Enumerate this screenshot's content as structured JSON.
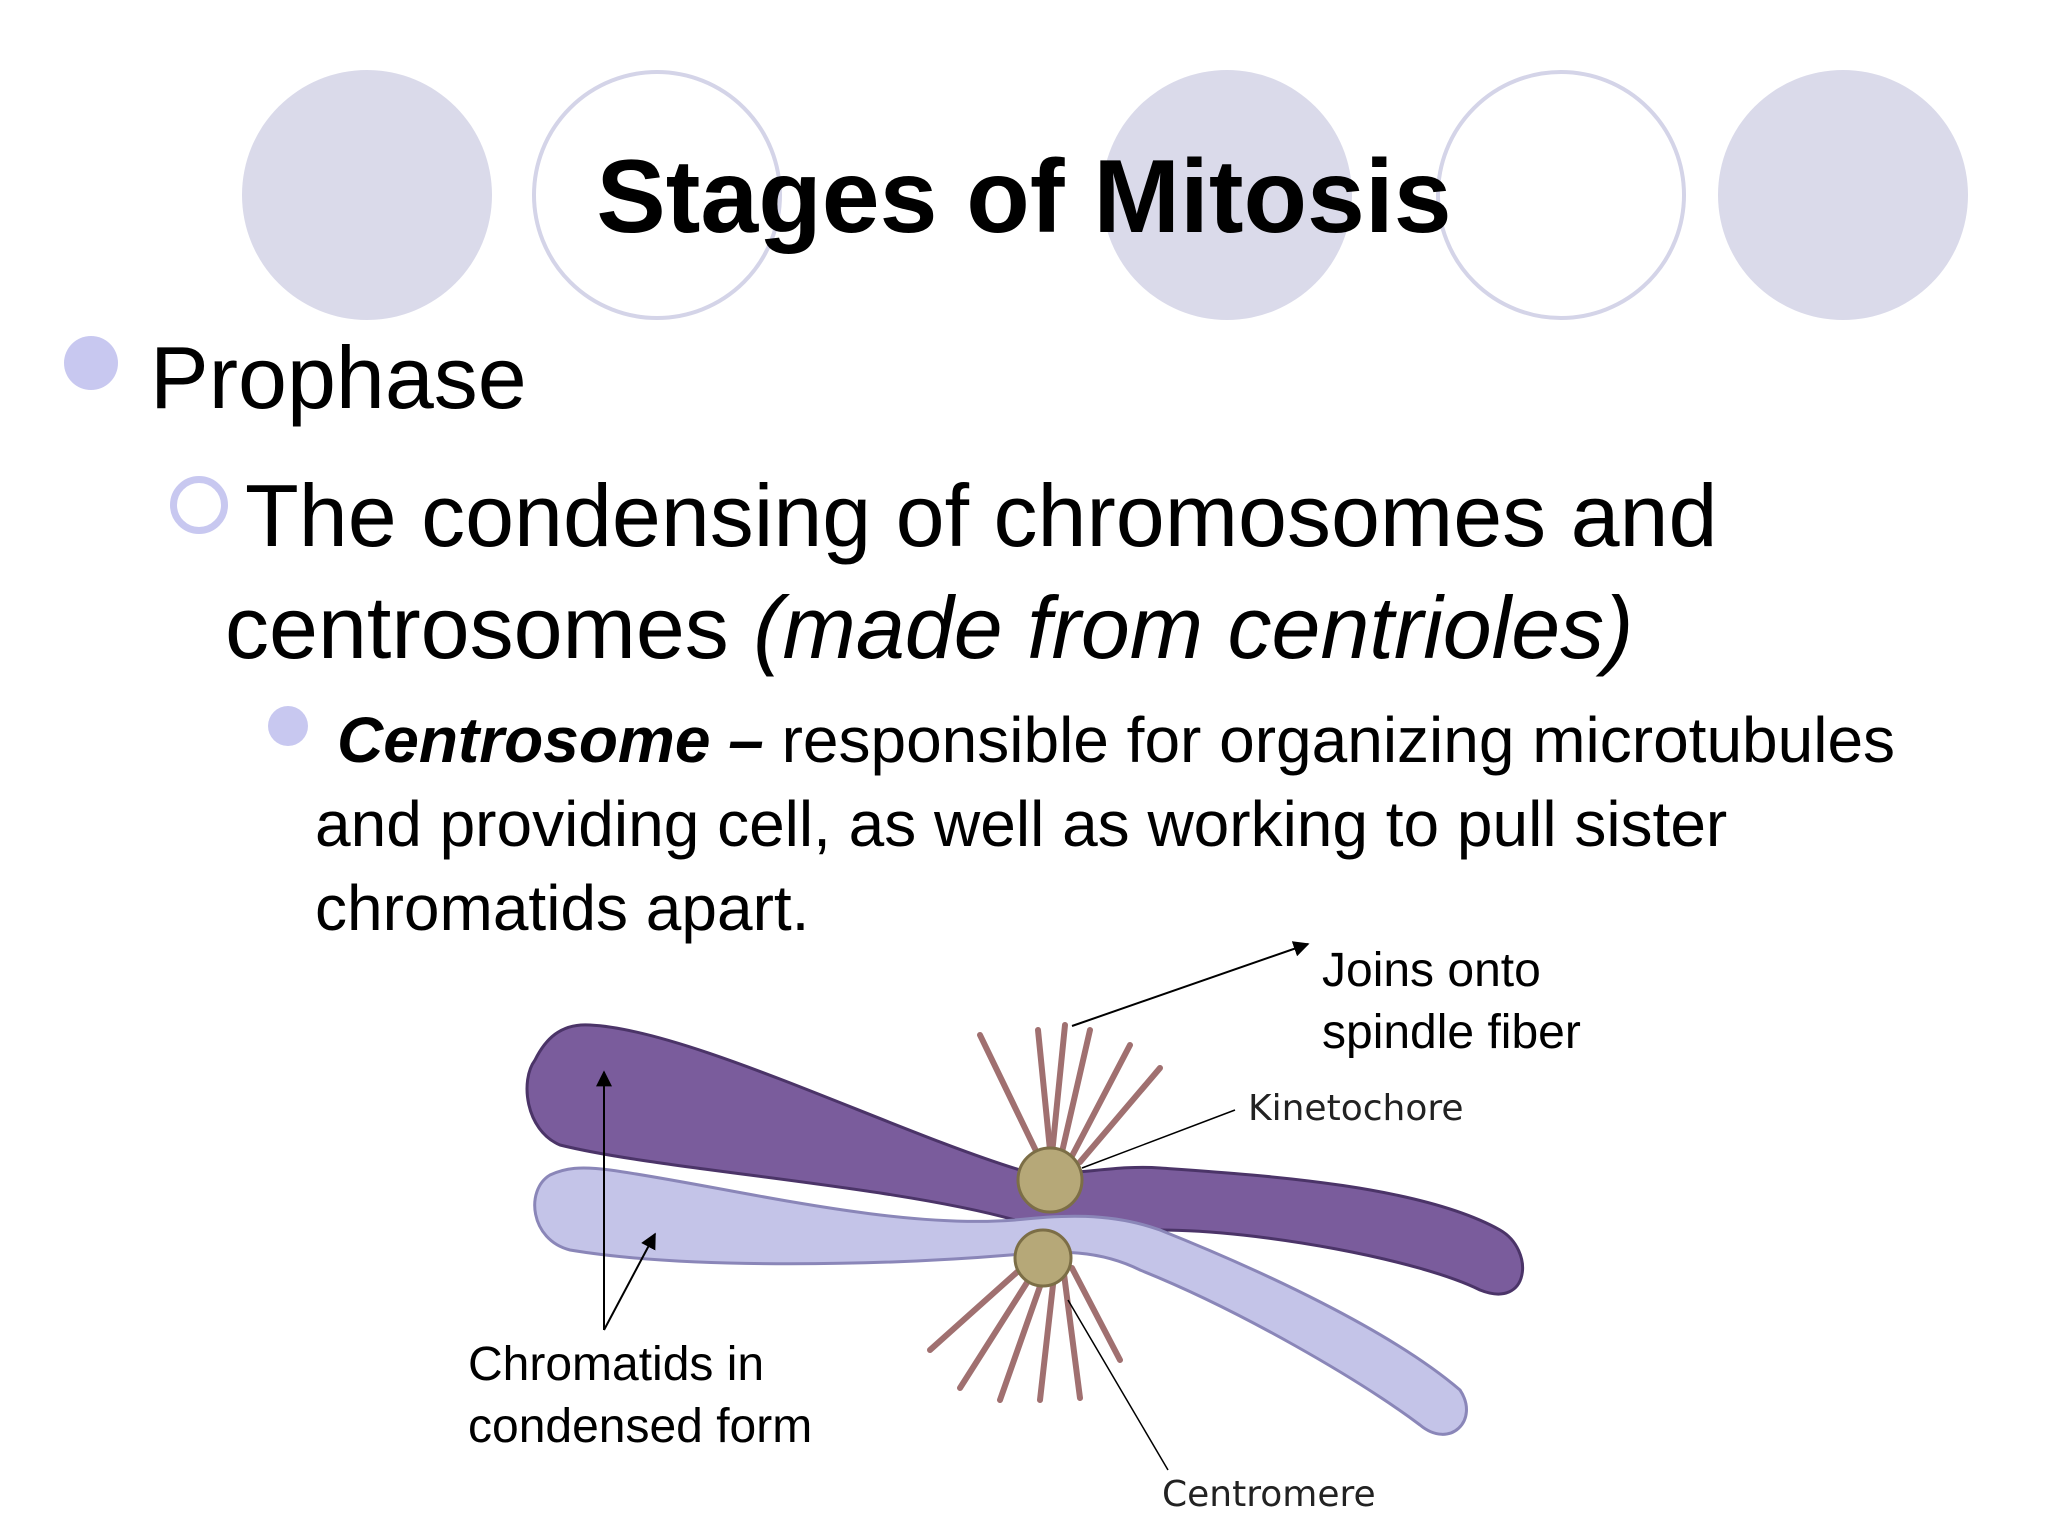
{
  "slide": {
    "title": "Stages of Mitosis",
    "bullet_level1": "Prophase",
    "bullet_level2_main": "The condensing of chromosomes and centrosomes",
    "bullet_level2_italic": "(made from centrioles)",
    "bullet_level3_term": "Centrosome –",
    "bullet_level3_text": "responsible for organizing microtubules and providing cell, as well as working to pull sister chromatids apart."
  },
  "figure": {
    "label_spindle_line1": "Joins onto",
    "label_spindle_line2": "spindle fiber",
    "label_kinetochore": "Kinetochore",
    "label_chromatids_line1": "Chromatids in",
    "label_chromatids_line2": "condensed form",
    "label_centromere": "Centromere"
  },
  "colors": {
    "decor_circle": "#dadaea",
    "bullet": "#c8c8f0",
    "chromatid_dark": "#7a5c9c",
    "chromatid_light": "#c4c4e8",
    "centromere_knob": "#b6a878"
  }
}
